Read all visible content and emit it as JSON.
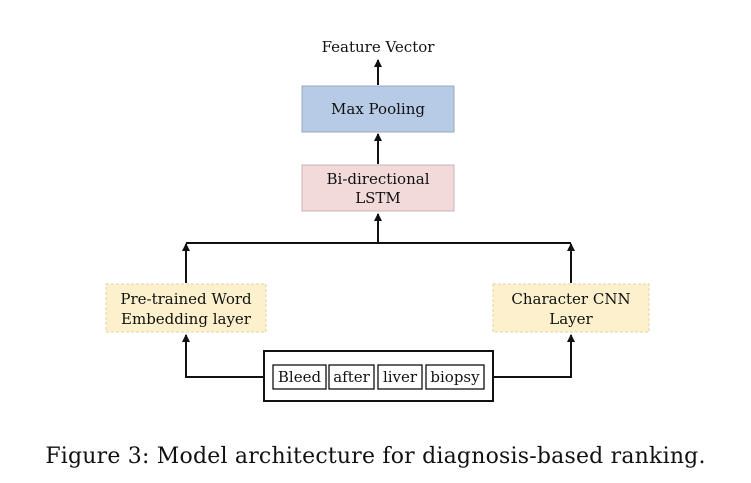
{
  "diagram": {
    "output_label": "Feature Vector",
    "nodes": {
      "max_pooling": {
        "label": "Max Pooling",
        "fill": "#b8cbe6"
      },
      "bilstm": {
        "line1": "Bi-directional",
        "line2": "LSTM",
        "fill": "#f1dad9"
      },
      "word_embedding": {
        "line1": "Pre-trained Word",
        "line2": "Embedding layer",
        "fill": "#fcf1cc"
      },
      "char_cnn": {
        "line1": "Character CNN",
        "line2": "Layer",
        "fill": "#fcf1cc"
      }
    },
    "input_tokens": [
      "Bleed",
      "after",
      "liver",
      "biopsy"
    ]
  },
  "caption": "Figure 3: Model architecture for diagnosis-based ranking."
}
